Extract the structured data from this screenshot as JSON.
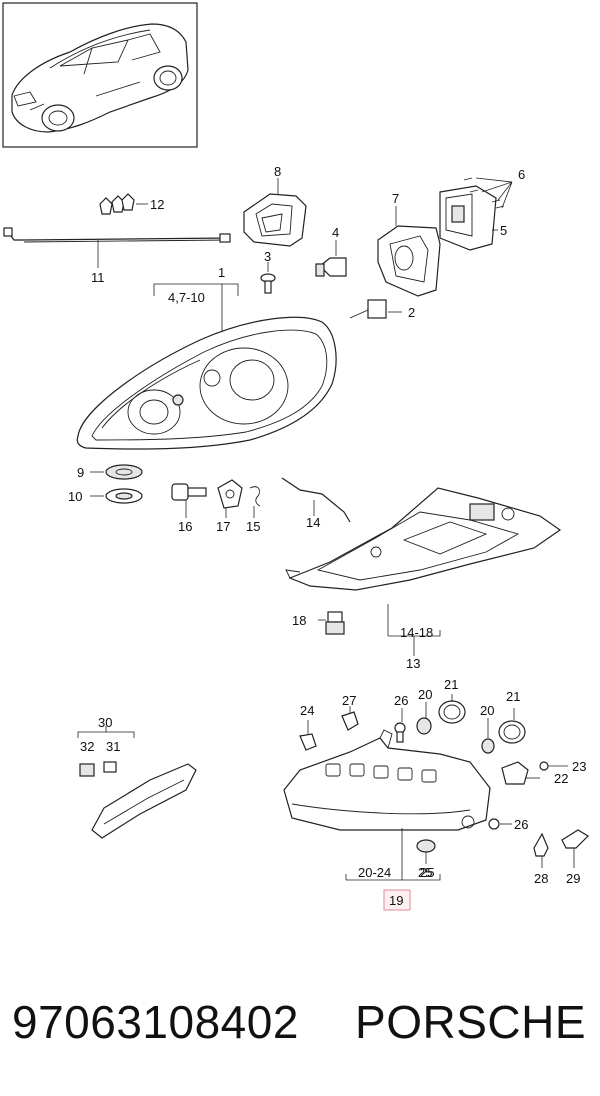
{
  "diagram": {
    "callouts": {
      "c1": "1",
      "c1_range": "4,7-10",
      "c2": "2",
      "c3": "3",
      "c4": "4",
      "c5": "5",
      "c6": "6",
      "c7": "7",
      "c8": "8",
      "c9": "9",
      "c10": "10",
      "c11": "11",
      "c12": "12",
      "c13": "13",
      "c13_range": "14-18",
      "c14": "14",
      "c15": "15",
      "c16": "16",
      "c17": "17",
      "c18": "18",
      "c19": "19",
      "c19_range_a": "20-24",
      "c19_range_b": "25",
      "c20a": "20",
      "c20b": "20",
      "c21a": "21",
      "c21b": "21",
      "c22": "22",
      "c23": "23",
      "c24": "24",
      "c25": "25",
      "c26a": "26",
      "c26b": "26",
      "c27": "27",
      "c28": "28",
      "c29": "29",
      "c30": "30",
      "c31": "31",
      "c32": "32"
    },
    "highlight_color": "#e08a98"
  },
  "footer": {
    "part_number": "97063108402",
    "brand": "PORSCHE"
  }
}
